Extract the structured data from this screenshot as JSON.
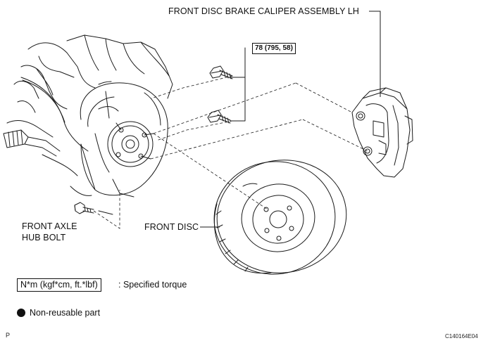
{
  "labels": {
    "caliper": "FRONT DISC BRAKE CALIPER ASSEMBLY LH",
    "torque_value": "78 (795, 58)",
    "front_axle_hub_bolt_line1": "FRONT AXLE",
    "front_axle_hub_bolt_line2": "HUB BOLT",
    "front_disc": "FRONT DISC"
  },
  "legend": {
    "torque_unit": "N*m (kgf*cm, ft.*lbf)",
    "torque_desc": ": Specified torque",
    "non_reusable": "Non-reusable part"
  },
  "corner": {
    "left": "P",
    "right": "C140164E04"
  },
  "icons": {
    "bullet": "filled-circle-icon"
  }
}
